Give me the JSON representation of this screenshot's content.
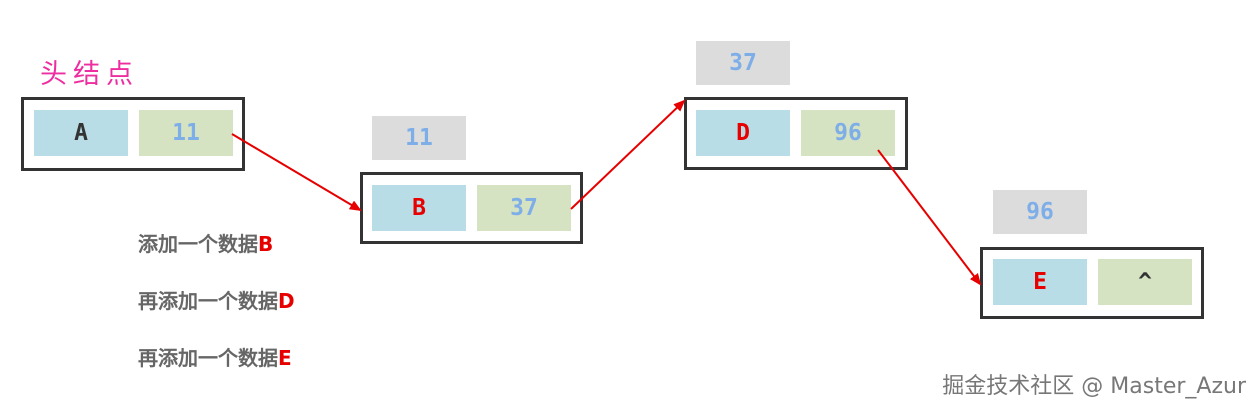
{
  "head_label": "头结点",
  "nodes": {
    "a": {
      "data": "A",
      "next": "11"
    },
    "b": {
      "address": "11",
      "data": "B",
      "next": "37"
    },
    "d": {
      "address": "37",
      "data": "D",
      "next": "96"
    },
    "e": {
      "address": "96",
      "data": "E",
      "next": "^"
    }
  },
  "steps": [
    {
      "text": "添加一个数据",
      "highlight": "B"
    },
    {
      "text": "再添加一个数据",
      "highlight": "D"
    },
    {
      "text": "再添加一个数据",
      "highlight": "E"
    }
  ],
  "watermark": "掘金技术社区 @ Master_Azur",
  "colors": {
    "data_cell": "#b9dde7",
    "next_cell": "#d6e3c2",
    "address_box": "#dcdcdc",
    "pointer_text": "#7eaee8",
    "data_letter_head": "#333333",
    "data_letter_new": "#e60000",
    "arrow": "#e60000",
    "head_label": "#ee2ea0"
  }
}
